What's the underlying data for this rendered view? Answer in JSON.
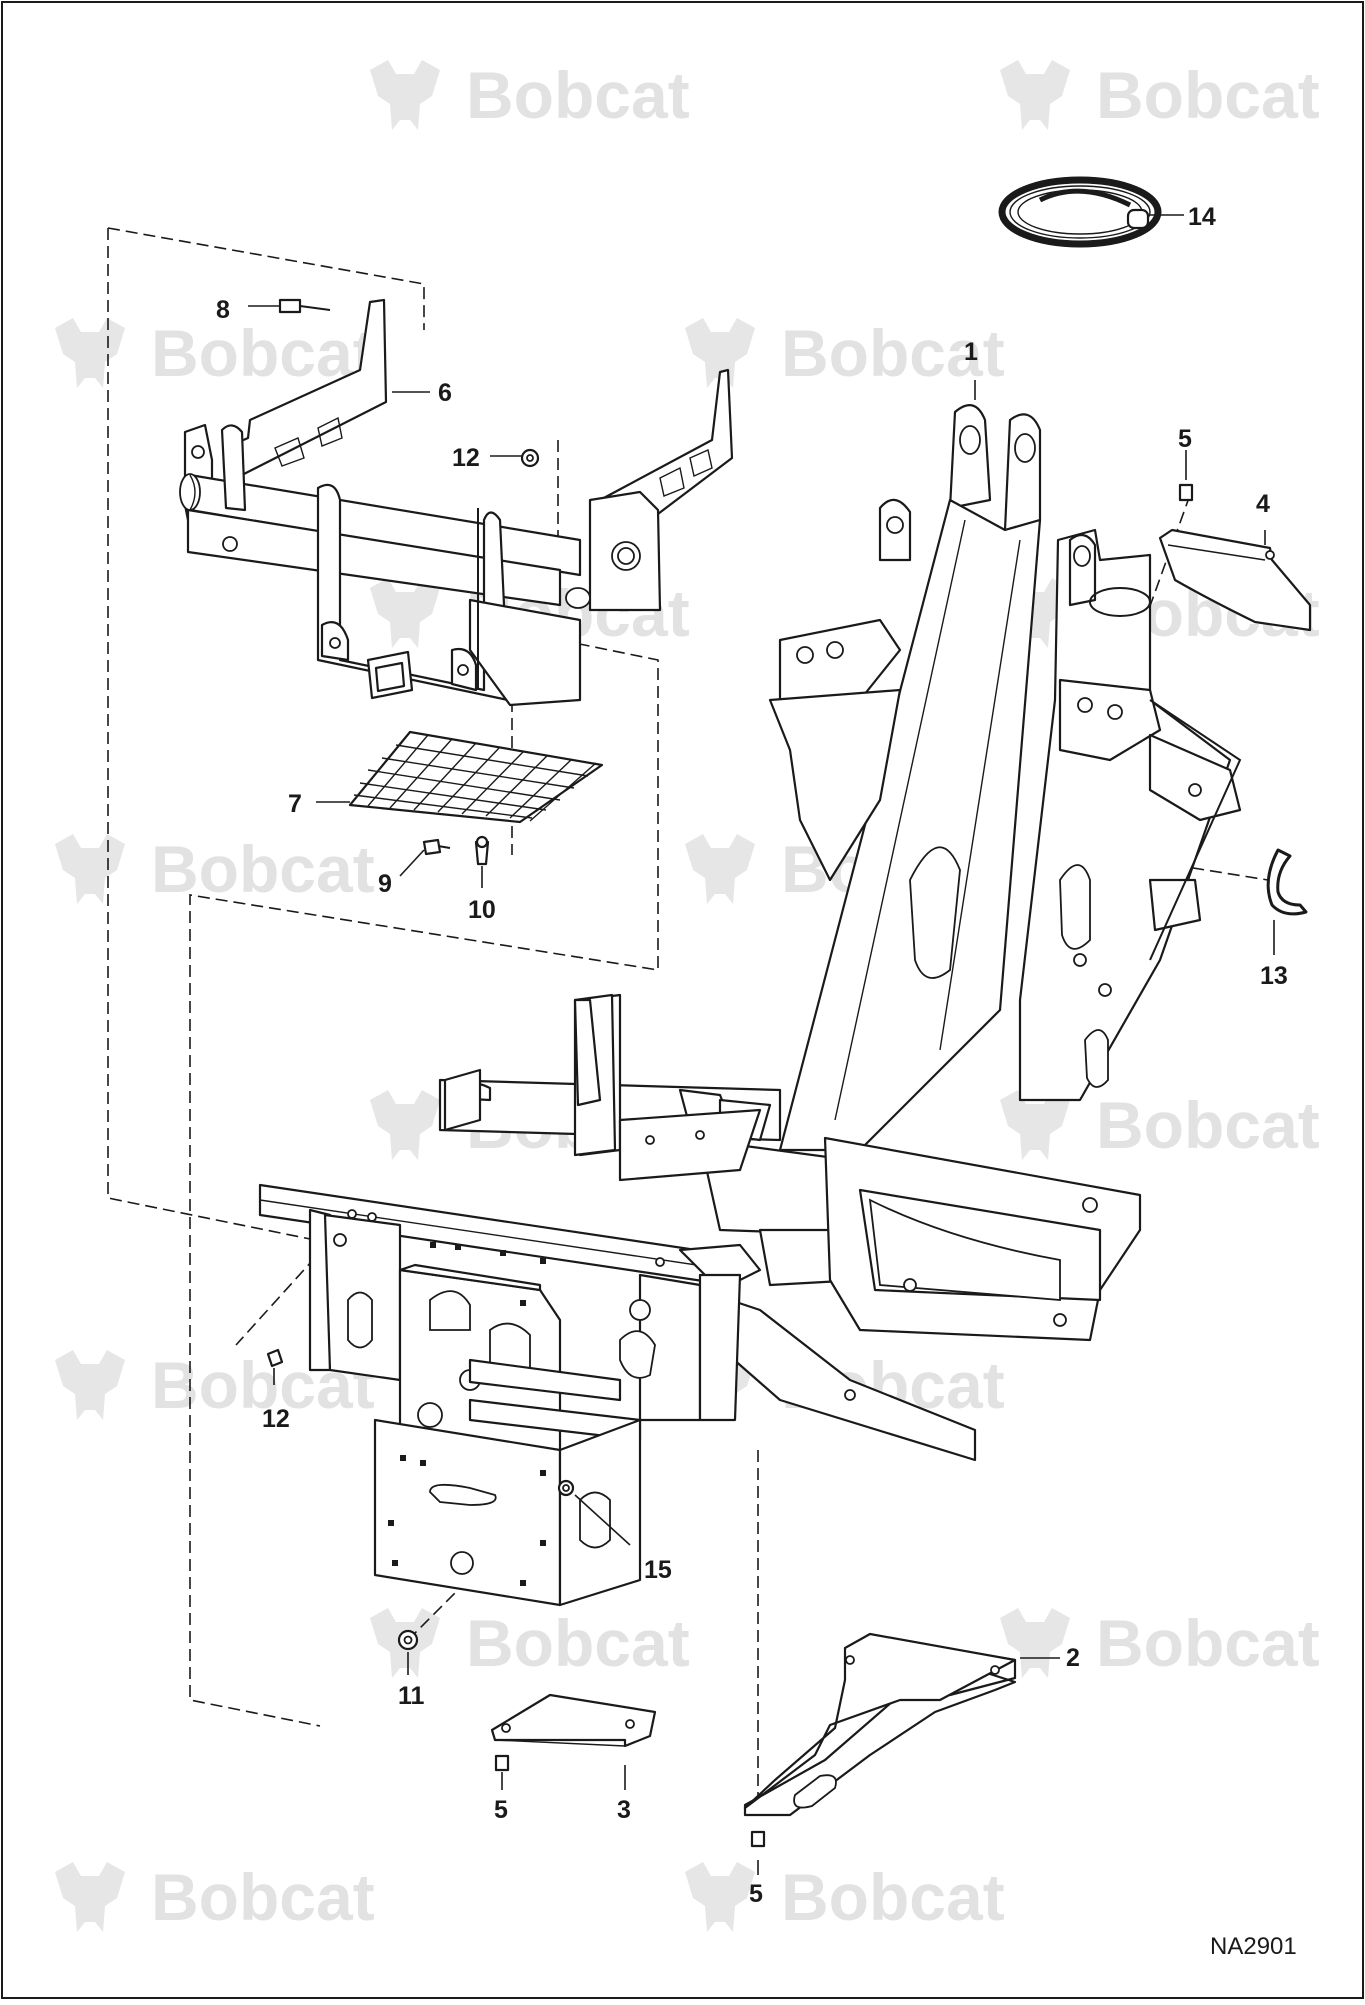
{
  "brand": {
    "watermark_text": "Bobcat",
    "watermark_color": "#e2e2e2"
  },
  "drawing": {
    "reference_code": "NA2901",
    "line_color": "#1a1a1a",
    "background_color": "#ffffff"
  },
  "callouts": [
    {
      "id": "c1",
      "label": "1"
    },
    {
      "id": "c2",
      "label": "2"
    },
    {
      "id": "c3",
      "label": "3"
    },
    {
      "id": "c4",
      "label": "4"
    },
    {
      "id": "c5a",
      "label": "5"
    },
    {
      "id": "c5b",
      "label": "5"
    },
    {
      "id": "c5c",
      "label": "5"
    },
    {
      "id": "c6",
      "label": "6"
    },
    {
      "id": "c7",
      "label": "7"
    },
    {
      "id": "c8",
      "label": "8"
    },
    {
      "id": "c9",
      "label": "9"
    },
    {
      "id": "c10",
      "label": "10"
    },
    {
      "id": "c11",
      "label": "11"
    },
    {
      "id": "c12a",
      "label": "12"
    },
    {
      "id": "c12b",
      "label": "12"
    },
    {
      "id": "c13",
      "label": "13"
    },
    {
      "id": "c14",
      "label": "14"
    },
    {
      "id": "c15",
      "label": "15"
    }
  ]
}
